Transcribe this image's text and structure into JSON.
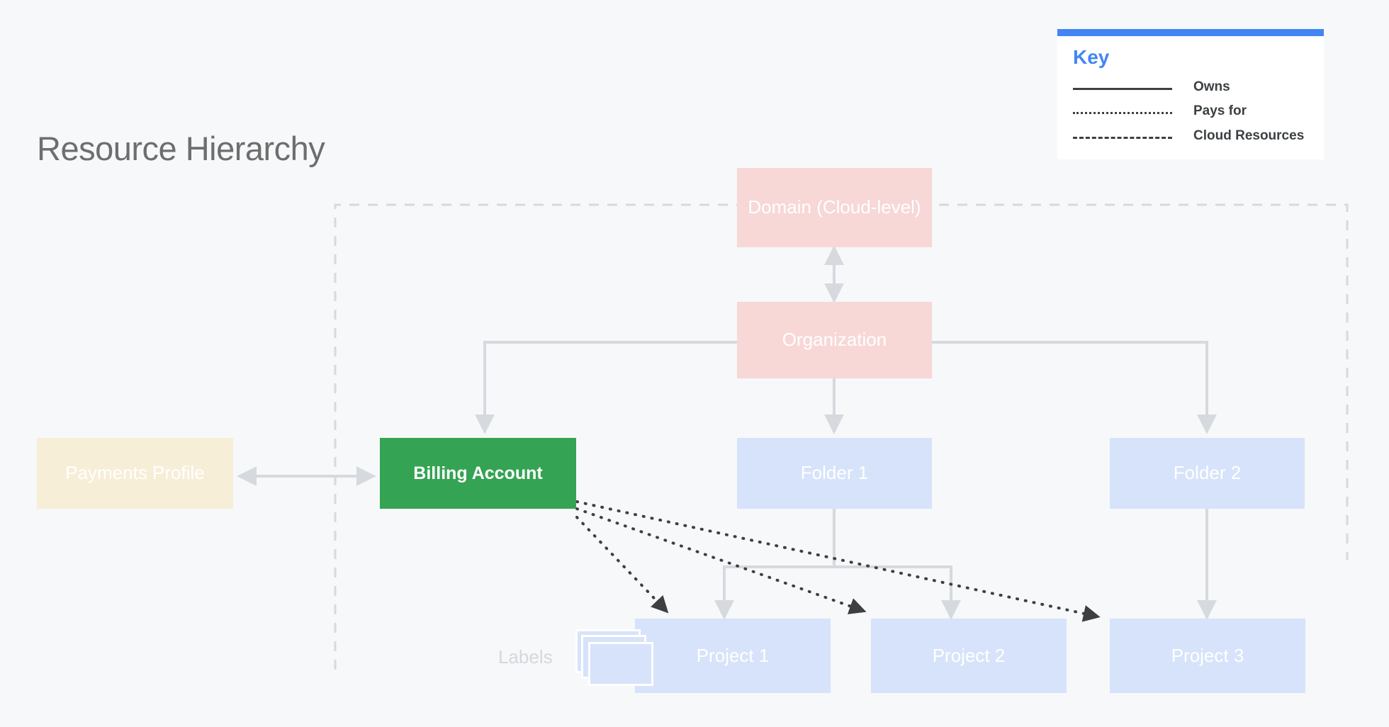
{
  "page": {
    "title": "Resource Hierarchy",
    "background_color": "#f6f8fa"
  },
  "legend": {
    "title": "Key",
    "accent_color": "#4285f4",
    "items": [
      {
        "label": "Owns",
        "style": "solid",
        "icon": "solid-line-icon"
      },
      {
        "label": "Pays for",
        "style": "dotted",
        "icon": "dotted-line-icon"
      },
      {
        "label": "Cloud Resources",
        "style": "dashed",
        "icon": "dashed-line-icon"
      }
    ]
  },
  "diagram": {
    "boundary_label": "Cloud Resources",
    "labels_caption": "Labels",
    "nodes": [
      {
        "id": "domain",
        "label": "Domain (Cloud-level)",
        "color": "#f8d7d7",
        "text_color": "#ffffff"
      },
      {
        "id": "organization",
        "label": "Organization",
        "color": "#f8d7d7",
        "text_color": "#ffffff"
      },
      {
        "id": "payments-profile",
        "label": "Payments Profile",
        "color": "#f7eed8",
        "text_color": "#ffffff"
      },
      {
        "id": "billing-account",
        "label": "Billing Account",
        "color": "#34a353",
        "text_color": "#ffffff"
      },
      {
        "id": "folder-1",
        "label": "Folder 1",
        "color": "#d7e3fa",
        "text_color": "#ffffff"
      },
      {
        "id": "folder-2",
        "label": "Folder 2",
        "color": "#d7e3fa",
        "text_color": "#ffffff"
      },
      {
        "id": "project-1",
        "label": "Project 1",
        "color": "#d7e3fa",
        "text_color": "#ffffff"
      },
      {
        "id": "project-2",
        "label": "Project 2",
        "color": "#d7e3fa",
        "text_color": "#ffffff"
      },
      {
        "id": "project-3",
        "label": "Project 3",
        "color": "#d7e3fa",
        "text_color": "#ffffff"
      }
    ],
    "edges": [
      {
        "from": "domain",
        "to": "organization",
        "style": "solid",
        "arrows": "both"
      },
      {
        "from": "organization",
        "to": "billing-account",
        "style": "solid",
        "arrows": "end"
      },
      {
        "from": "organization",
        "to": "folder-1",
        "style": "solid",
        "arrows": "end"
      },
      {
        "from": "organization",
        "to": "folder-2",
        "style": "solid",
        "arrows": "end"
      },
      {
        "from": "payments-profile",
        "to": "billing-account",
        "style": "solid",
        "arrows": "both"
      },
      {
        "from": "folder-1",
        "to": "project-1",
        "style": "solid",
        "arrows": "end"
      },
      {
        "from": "folder-1",
        "to": "project-2",
        "style": "solid",
        "arrows": "end"
      },
      {
        "from": "folder-2",
        "to": "project-3",
        "style": "solid",
        "arrows": "end"
      },
      {
        "from": "billing-account",
        "to": "project-1",
        "style": "dotted",
        "arrows": "end"
      },
      {
        "from": "billing-account",
        "to": "project-2",
        "style": "dotted",
        "arrows": "end"
      },
      {
        "from": "billing-account",
        "to": "project-3",
        "style": "dotted",
        "arrows": "end"
      }
    ]
  }
}
